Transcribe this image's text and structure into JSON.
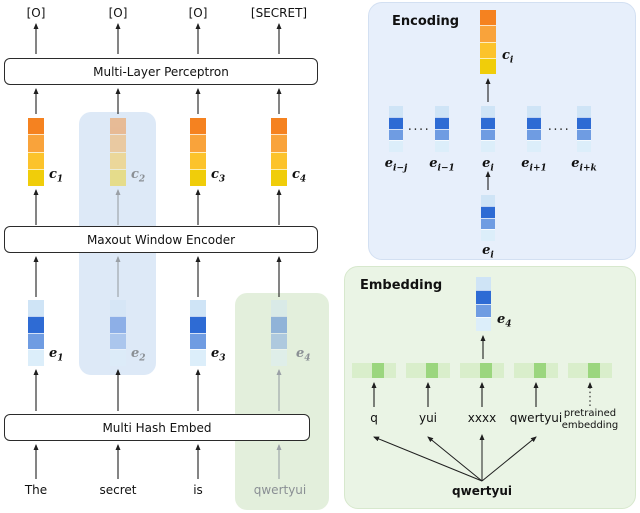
{
  "colors": {
    "c_segments": [
      "#f58220",
      "#f9a33b",
      "#fcc32b",
      "#f0cd0a"
    ],
    "e_segments": [
      "#cfe4f6",
      "#2e6bd4",
      "#6f9ce2",
      "#dceefa"
    ],
    "g_segments": [
      "#d9eecb",
      "#9bd67e",
      "#d9eecb"
    ],
    "highlight_blue": "#dde9f7",
    "highlight_green": "#e3efdc",
    "panel_blue": "#e7effb",
    "panel_green": "#eaf4e5"
  },
  "left": {
    "top_labels": [
      "[O]",
      "[O]",
      "[O]",
      "[SECRET]"
    ],
    "mlp_label": "Multi-Layer Perceptron",
    "encoder_label": "Maxout Window Encoder",
    "embed_label": "Multi Hash Embed",
    "c_vectors": [
      {
        "base": "c",
        "sub": "1"
      },
      {
        "base": "c",
        "sub": "2"
      },
      {
        "base": "c",
        "sub": "3"
      },
      {
        "base": "c",
        "sub": "4"
      }
    ],
    "e_vectors": [
      {
        "base": "e",
        "sub": "1"
      },
      {
        "base": "e",
        "sub": "2"
      },
      {
        "base": "e",
        "sub": "3"
      },
      {
        "base": "e",
        "sub": "4"
      }
    ],
    "tokens": [
      "The",
      "secret",
      "is",
      "qwertyui"
    ]
  },
  "encoding": {
    "title": "Encoding",
    "output": {
      "base": "c",
      "sub": "i"
    },
    "dots_left": "....",
    "dots_right": "....",
    "row": [
      {
        "base": "e",
        "sub": "i−j"
      },
      {
        "base": "e",
        "sub": "i−1"
      },
      {
        "base": "e",
        "sub": "i"
      },
      {
        "base": "e",
        "sub": "i+1"
      },
      {
        "base": "e",
        "sub": "i+k"
      }
    ],
    "input": {
      "base": "e",
      "sub": "i"
    }
  },
  "embedding": {
    "title": "Embedding",
    "output": {
      "base": "e",
      "sub": "4"
    },
    "inputs": [
      "q",
      "yui",
      "xxxx",
      "qwertyui"
    ],
    "pretrained_line1": "pretrained",
    "pretrained_line2": "embedding",
    "token": "qwertyui"
  }
}
